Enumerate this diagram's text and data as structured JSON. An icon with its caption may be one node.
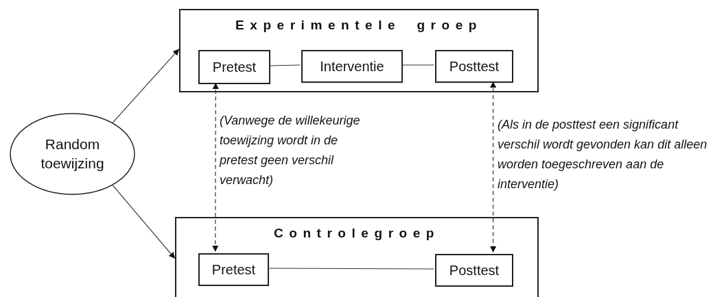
{
  "diagram": {
    "nodes": [
      {
        "text": [
          "Random toewijzing"
        ]
      },
      {
        "text": [
          "Experimentele groep"
        ]
      },
      {
        "text": [
          "Pretest"
        ],
        "in": 1
      },
      {
        "text": [
          "Interventie"
        ],
        "in": 1
      },
      {
        "text": [
          "Posttest"
        ],
        "in": 1
      },
      {
        "text": [
          "Controlegroep"
        ]
      },
      {
        "text": [
          "Pretest"
        ],
        "in": 5
      },
      {
        "text": [
          "Posttest"
        ],
        "in": 5
      }
    ],
    "edges": [
      {
        "from": 0,
        "to": 1,
        "arrow": "to"
      },
      {
        "from": 0,
        "to": 5,
        "arrow": "to"
      },
      {
        "from": 2,
        "to": 3,
        "arrow": "none"
      },
      {
        "from": 3,
        "to": 4,
        "arrow": "none"
      },
      {
        "from": 6,
        "to": 7,
        "arrow": "none"
      },
      {
        "from": 2,
        "to": 6,
        "arrow": "both",
        "style": "dashed",
        "label": "(Vanwege de willekeurige toewijzing wordt in de pretest geen verschil verwacht)"
      },
      {
        "from": 4,
        "to": 7,
        "arrow": "both",
        "style": "dashed",
        "label": "(Als in de posttest een significant verschil wordt gevonden kan dit alleen worden toegeschreven aan de interventie)"
      }
    ]
  }
}
